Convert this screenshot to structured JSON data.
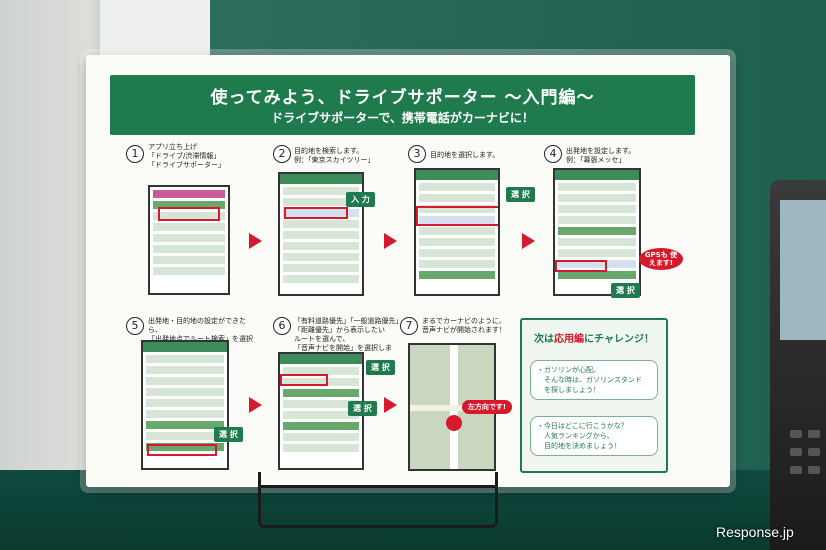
{
  "poster": {
    "title": "使ってみよう、ドライブサポーター ～入門編～",
    "subtitle": "ドライブサポーターで、携帯電話がカーナビに！",
    "steps": [
      {
        "num": "1",
        "desc": "アプリ立ち上げ\n「ドライブ/渋滞情報」\n「ドライブサポーター」"
      },
      {
        "num": "2",
        "desc": "目的地を検索します。\n例：「東京スカイツリー」"
      },
      {
        "num": "3",
        "desc": "目的地を選択します。"
      },
      {
        "num": "4",
        "desc": "出発地を設定します。\n例：「幕張メッセ」"
      },
      {
        "num": "5",
        "desc": "出発地・目的地の設定ができたら、\n「出発地点でルート検索」を選択"
      },
      {
        "num": "6",
        "desc": "「有料道路優先」「一般道路優先」\n「距離優先」から表示したい\nルートを選んで、\n「音声ナビを開始」を選択します。"
      },
      {
        "num": "7",
        "desc": "まるでカーナビのように、\n音声ナビが開始されます！"
      }
    ],
    "tags": {
      "input": "入 力",
      "select": "選 択",
      "gps": "GPSも\n使えます!",
      "left": "左方向です!"
    },
    "next": {
      "prefix": "次は",
      "highlight": "応用編",
      "suffix": "にチャレンジ！",
      "bubble1": "・ガソリンが心配。\n　そんな時は、ガソリンスタンド\n　を探しましょう！",
      "bubble2": "・今日はどこに行こうかな？\n　人気ランキングから、\n　目的地を決めましょう！"
    }
  },
  "watermark": "Response.jp",
  "colors": {
    "green": "#1f7a4e",
    "red": "#d6192b"
  }
}
